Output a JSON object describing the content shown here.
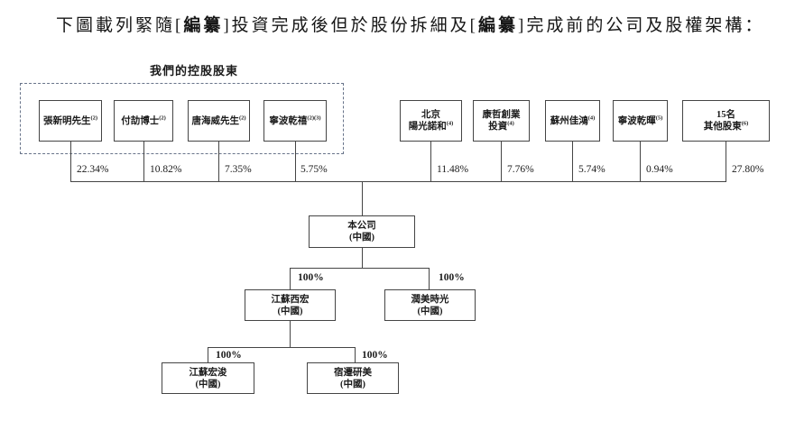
{
  "title": {
    "segments": [
      {
        "text": "下圖載列緊隨["
      },
      {
        "text": "編纂"
      },
      {
        "text": "]投資完成後但於股份拆細及["
      },
      {
        "text": "編纂"
      },
      {
        "text": "]完成前的公司及股權架構："
      }
    ]
  },
  "controlling_shareholders_label": "我們的控股股東",
  "shareholders": [
    {
      "line1": "張新明先生",
      "line2": "",
      "sup": "(2)",
      "pct": "22.34%"
    },
    {
      "line1": "付劼博士",
      "line2": "",
      "sup": "(2)",
      "pct": "10.82%"
    },
    {
      "line1": "唐海威先生",
      "line2": "",
      "sup": "(2)",
      "pct": "7.35%"
    },
    {
      "line1": "寧波乾禧",
      "line2": "",
      "sup": "(2)(3)",
      "pct": "5.75%"
    },
    {
      "line1": "北京",
      "line2": "陽光諾和",
      "sup": "(4)",
      "pct": "11.48%"
    },
    {
      "line1": "康哲創業",
      "line2": "投資",
      "sup": "(4)",
      "pct": "7.76%"
    },
    {
      "line1": "蘇州佳鴻",
      "line2": "",
      "sup": "(4)",
      "pct": "5.74%"
    },
    {
      "line1": "寧波乾暉",
      "line2": "",
      "sup": "(5)",
      "pct": "0.94%"
    },
    {
      "line1": "15名",
      "line2": "其他股東",
      "sup": "(6)",
      "pct": "27.80%"
    }
  ],
  "company": {
    "name": "本公司",
    "jurisdiction": "(中國)"
  },
  "subsidiaries": [
    {
      "name": "江蘇西宏",
      "jurisdiction": "(中國)",
      "pct": "100%"
    },
    {
      "name": "潤美時光",
      "jurisdiction": "(中國)",
      "pct": "100%"
    },
    {
      "name": "江蘇宏浚",
      "jurisdiction": "(中國)",
      "pct": "100%"
    },
    {
      "name": "宿遷研美",
      "jurisdiction": "(中國)",
      "pct": "100%"
    }
  ],
  "colors": {
    "background": "#ffffff",
    "line": "#454545",
    "text": "#1b1b1b",
    "dashed_border": "#68748a"
  }
}
